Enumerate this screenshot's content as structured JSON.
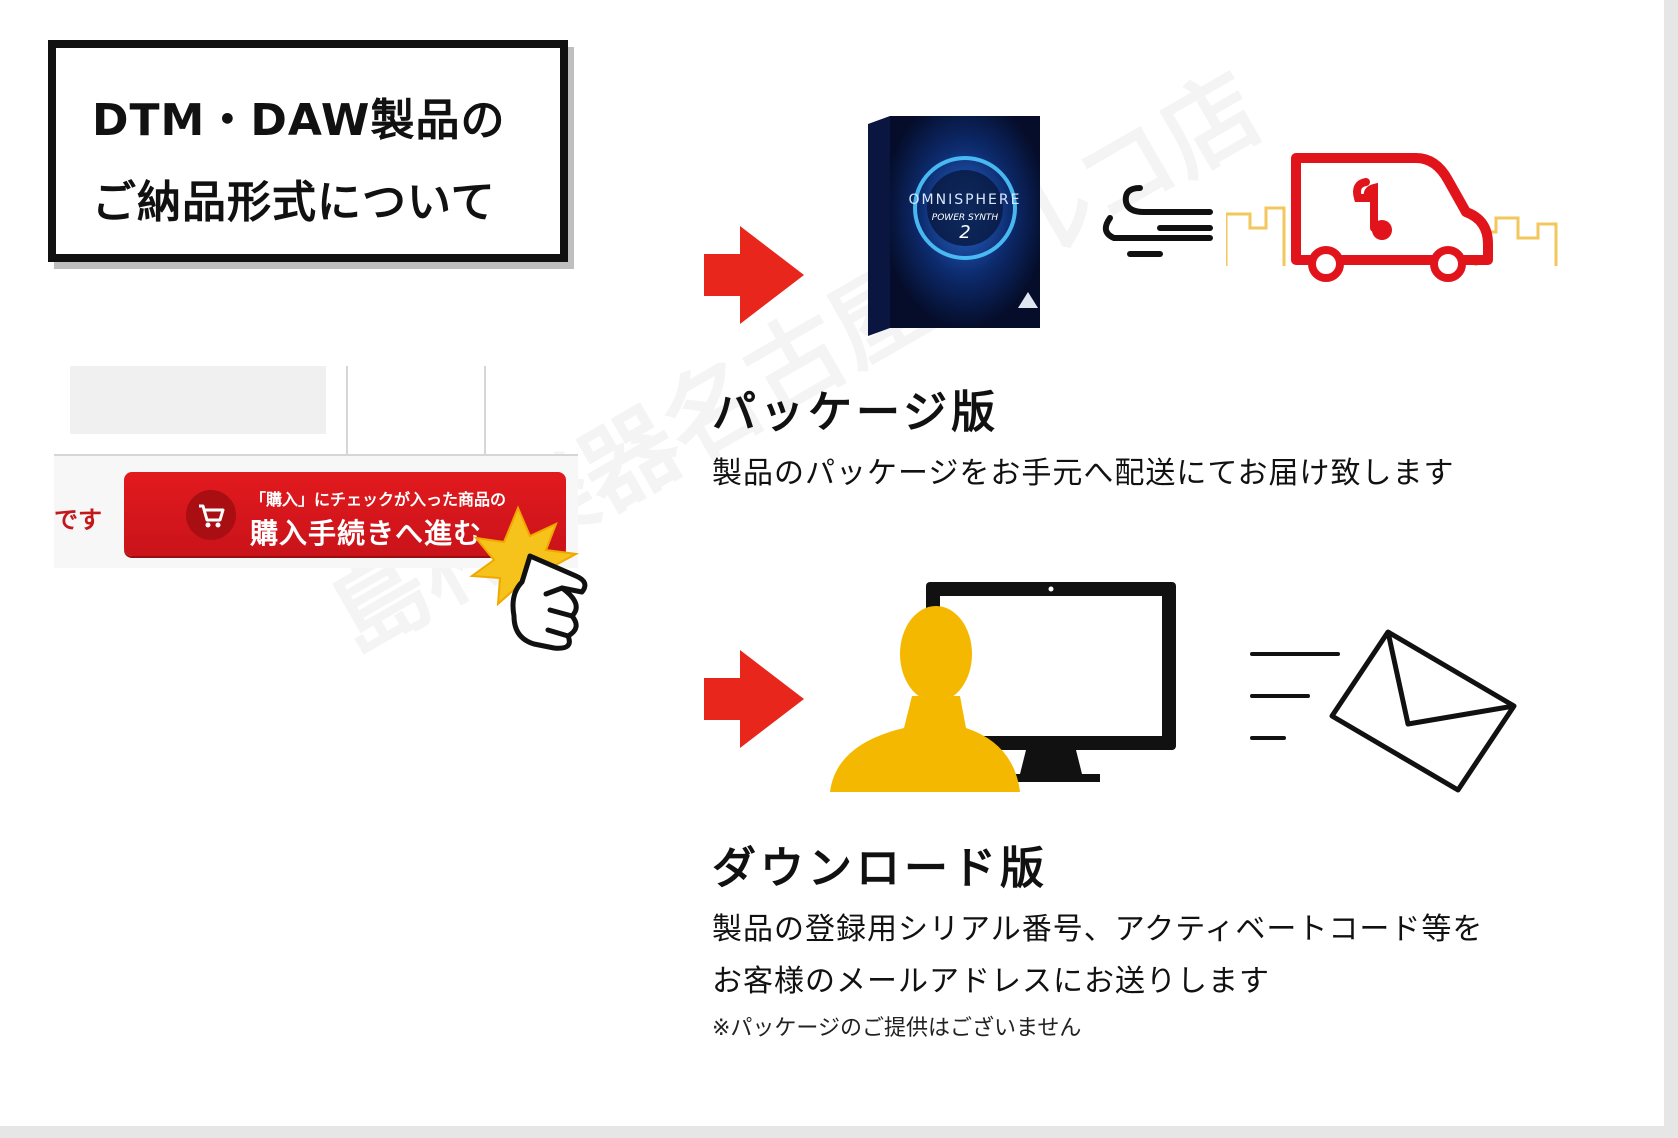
{
  "title": {
    "line1": "DTM・DAW製品の",
    "line2": "ご納品形式について"
  },
  "shop_mock": {
    "tail_text": "です",
    "button_small": "「購入」にチェックが入った商品の",
    "button_label": "購入手続きへ進む"
  },
  "product_box": {
    "brand": "OMNISPHERE",
    "subtitle": "POWER SYNTH",
    "version": "2"
  },
  "package": {
    "title": "パッケージ版",
    "description": "製品のパッケージをお手元へ配送にてお届け致します"
  },
  "download": {
    "title": "ダウンロード版",
    "description_line1": "製品の登録用シリアル番号、アクティベートコード等を",
    "description_line2": "お客様のメールアドレスにお送りします",
    "note": "※パッケージのご提供はございません"
  },
  "watermark": "島村楽器名古屋パルコ店",
  "colors": {
    "accent_red": "#e8261c",
    "button_red": "#d7141a",
    "person_yellow": "#f5b800",
    "city_yellow": "#f2c75c"
  },
  "icons": [
    "cart-icon",
    "pointing-hand-icon",
    "red-arrow-icon",
    "wind-icon",
    "delivery-truck-icon",
    "person-icon",
    "monitor-icon",
    "envelope-icon"
  ]
}
